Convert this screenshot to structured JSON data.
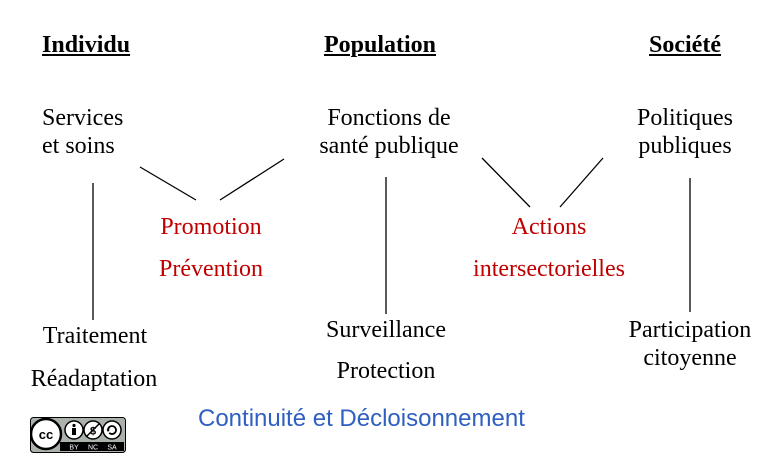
{
  "headers": {
    "individu": "Individu",
    "population": "Population",
    "societe": "Société"
  },
  "top": {
    "services_l1": "Services",
    "services_l2": "et soins",
    "fonctions_l1": "Fonctions de",
    "fonctions_l2": "santé publique",
    "politiques_l1": "Politiques",
    "politiques_l2": "publiques"
  },
  "middle": {
    "promotion": "Promotion",
    "prevention": "Prévention",
    "actions": "Actions",
    "intersectorielles": "intersectorielles"
  },
  "bottom": {
    "traitement": "Traitement",
    "readaptation": "Réadaptation",
    "surveillance": "Surveillance",
    "protection": "Protection",
    "participation_l1": "Participation",
    "participation_l2": "citoyenne"
  },
  "footer": {
    "continuite": "Continuité et Décloisonnement",
    "license": {
      "cc": "cc",
      "by": "BY",
      "nc": "NC",
      "sa": "SA"
    }
  },
  "colors": {
    "accent_red": "#c00000",
    "footer_blue": "#2f5fc2"
  }
}
